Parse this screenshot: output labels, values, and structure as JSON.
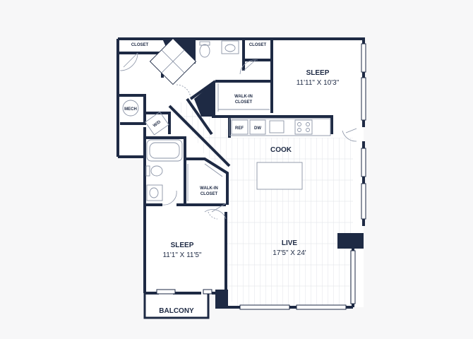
{
  "colors": {
    "wall": "#1e2a44",
    "floor": "#ffffff",
    "background": "#f7f7f8",
    "plank": "#d9dce3",
    "fixture": "#8a93a6"
  },
  "rooms": {
    "sleep1": {
      "name": "SLEEP",
      "dims": "11'11\" X 10'3\""
    },
    "sleep2": {
      "name": "SLEEP",
      "dims": "11'1\" X 11'5\""
    },
    "live": {
      "name": "LIVE",
      "dims": "17'5\" X 24'"
    },
    "cook": {
      "name": "COOK"
    },
    "balcony": {
      "name": "BALCONY"
    },
    "closet1": {
      "name": "CLOSET"
    },
    "closet2": {
      "name": "CLOSET"
    },
    "walkin1": {
      "line1": "WALK-IN",
      "line2": "CLOSET"
    },
    "walkin2": {
      "line1": "WALK-IN",
      "line2": "CLOSET"
    },
    "mech": {
      "name": "MECH"
    },
    "wd": {
      "name": "W/D"
    }
  },
  "appliances": {
    "ref": "REF",
    "dw": "DW"
  }
}
